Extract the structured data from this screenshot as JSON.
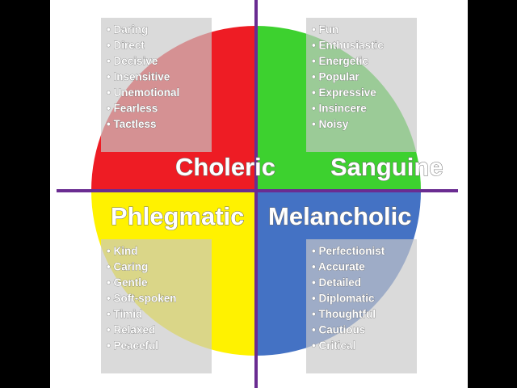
{
  "colors": {
    "background": "#000000",
    "panel": "#ffffff",
    "choleric": "#ee1c24",
    "sanguine": "#3dd12f",
    "phlegmatic": "#fff200",
    "melancholic": "#4472c4",
    "divider": "#6a2c91",
    "trait_box": "#c8c8c8"
  },
  "quadrants": [
    {
      "key": "choleric",
      "title": "Choleric",
      "traits": [
        "Daring",
        "Direct",
        "Decisive",
        "Insensitive",
        "Unemotional",
        "Fearless",
        "Tactless"
      ]
    },
    {
      "key": "sanguine",
      "title": "Sanguine",
      "traits": [
        "Fun",
        "Enthusiastic",
        "Energetic",
        "Popular",
        "Expressive",
        "Insincere",
        "Noisy"
      ]
    },
    {
      "key": "phlegmatic",
      "title": "Phlegmatic",
      "traits": [
        "Kind",
        "Caring",
        "Gentle",
        "Soft-spoken",
        "Timid",
        "Relaxed",
        "Peaceful"
      ]
    },
    {
      "key": "melancholic",
      "title": "Melancholic",
      "traits": [
        "Perfectionist",
        "Accurate",
        "Detailed",
        "Diplomatic",
        "Thoughtful",
        "Cautious",
        "Critical"
      ]
    }
  ]
}
